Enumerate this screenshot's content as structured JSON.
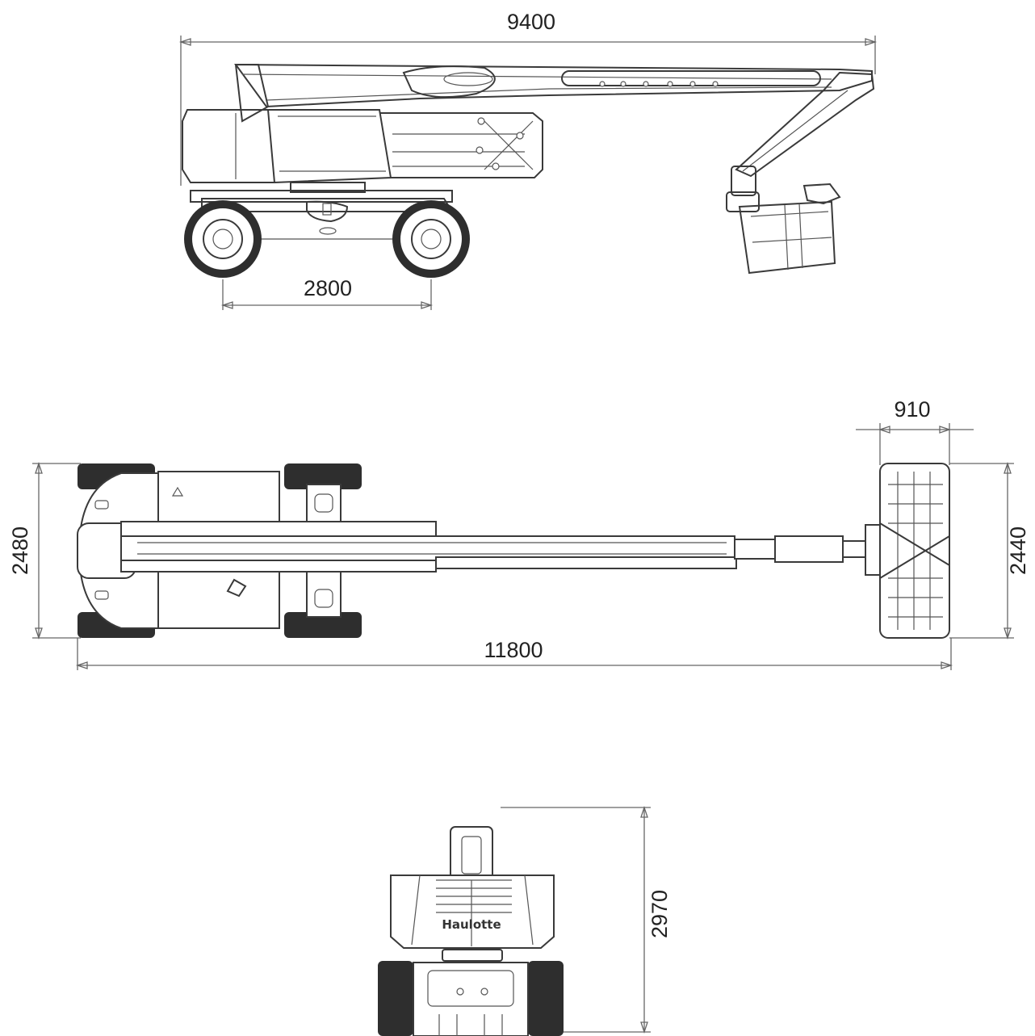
{
  "dimensions": {
    "side_height_reach": "9400",
    "wheelbase": "2800",
    "basket_depth": "910",
    "chassis_width": "2480",
    "basket_width": "2440",
    "overall_length": "11800",
    "stowed_height": "2970"
  },
  "branding": {
    "logo_text": "Haulotte"
  },
  "colors": {
    "line": "#3a3a3a",
    "dimension": "#666666",
    "tire": "#2e2e2e"
  }
}
